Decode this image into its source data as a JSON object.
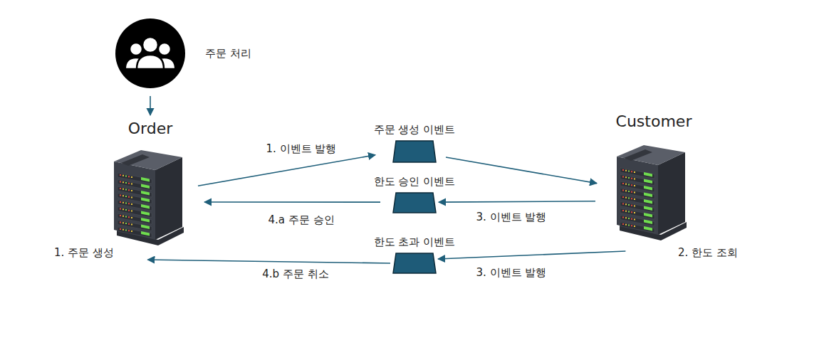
{
  "diagram": {
    "nodes": [
      {
        "text": [
          "주문 처리"
        ]
      },
      {
        "text": [
          "Order"
        ]
      },
      {
        "text": [
          "주문 생성 이벤트"
        ]
      },
      {
        "text": [
          "한도 승인 이벤트"
        ]
      },
      {
        "text": [
          "한도 초과 이벤트"
        ]
      },
      {
        "text": [
          "Customer"
        ]
      }
    ],
    "edges": [
      {
        "from": 0,
        "to": 1,
        "arrow": "to"
      },
      {
        "from": 1,
        "to": 2,
        "arrow": "to",
        "label": "1. 이벤트 발행"
      },
      {
        "from": 2,
        "to": 5,
        "arrow": "to"
      },
      {
        "from": 5,
        "to": 3,
        "arrow": "to",
        "label": "3. 이벤트 발행"
      },
      {
        "from": 3,
        "to": 1,
        "arrow": "to",
        "label": "4.a 주문 승인"
      },
      {
        "from": 5,
        "to": 4,
        "arrow": "to",
        "label": "3. 이벤트 발행"
      },
      {
        "from": 4,
        "to": 1,
        "arrow": "to",
        "label": "4.b 주문 취소"
      }
    ],
    "labels": [
      "1. 주문 생성",
      "2. 한도 조회"
    ]
  }
}
